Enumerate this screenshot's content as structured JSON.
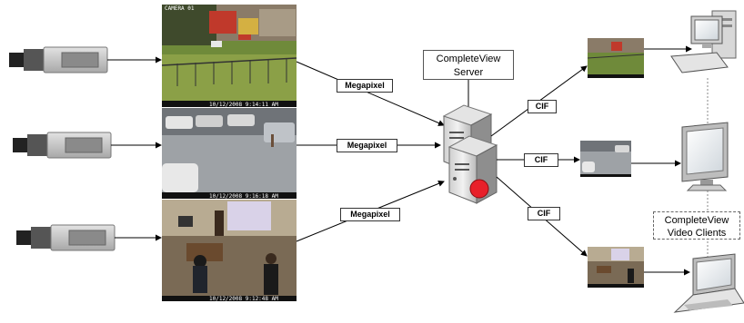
{
  "labels": {
    "megapixel": [
      "Megapixel",
      "Megapixel",
      "Megapixel"
    ],
    "cif": [
      "CIF",
      "CIF",
      "CIF"
    ],
    "server": [
      "CompleteView",
      "Server"
    ],
    "clients": [
      "CompleteView",
      "Video Clients"
    ]
  },
  "feeds": {
    "timestamps": [
      "10/12/2008 9:14:11 AM",
      "10/12/2008 9:16:18 AM",
      "10/12/2008 9:12:48 AM"
    ],
    "header": "CAMERA 01"
  },
  "colors": {
    "status_dot": "#e8202a",
    "line": "#000000"
  },
  "icons": [
    "camera-icon",
    "server-icon",
    "desktop-computer-icon",
    "monitor-icon",
    "laptop-icon"
  ]
}
